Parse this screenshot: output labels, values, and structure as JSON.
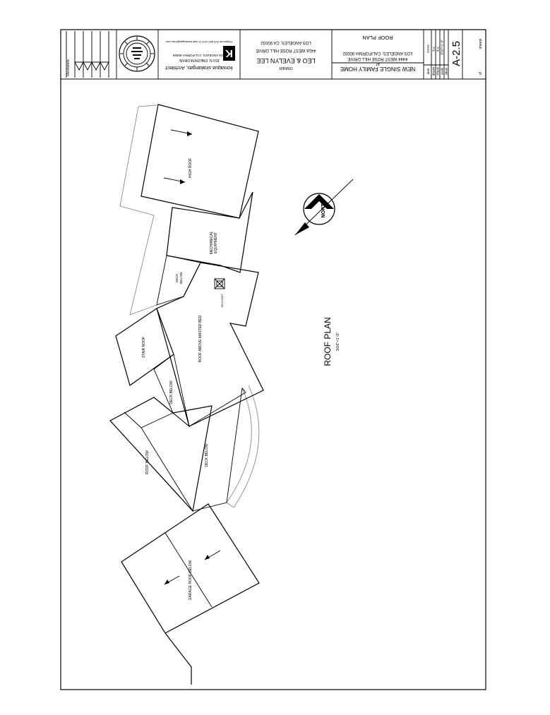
{
  "title_block": {
    "revisions_label": "Revisions",
    "architect": {
      "name": "koniaqua sirakangas, Architect",
      "address": "810 N. ONEONTA DRIVE",
      "city": "LOS ANGELES, CALIFORNIA 90065",
      "contact": "Telephone 323 663 4470  E mail  ksirangas@mac.com",
      "logo_letter": "K"
    },
    "owner": {
      "caption": "OWNER",
      "name": "LEO & EVELYN LEE",
      "address": "4416 WEST ROSE HILL DRIVE",
      "city": "LOS ANGELES, CA 90032"
    },
    "project": {
      "name": "NEW SINGLE FAMILY HOME",
      "at": "AT",
      "address": "4444 WEST ROSE HILL DRIVE",
      "city": "LOS ANGELES, CALIFORNIA 90032",
      "sheet_title": "ROOF PLAN"
    },
    "info": {
      "date_label": "date",
      "date_value": "XXXX",
      "drawn_label": "drawn",
      "drawn_value": "k.s.",
      "check_label": "check",
      "check_value": "k.s.",
      "scale_label": "scale",
      "scale_value": "3/16\"=1'-0\"",
      "sheet_label": "sheet",
      "sheet_number": "A-2.5",
      "of_label": "of",
      "sheets_label": "sheets"
    }
  },
  "drawing": {
    "title": "ROOF PLAN",
    "scale": "3/16\"=1'-0\"",
    "north_label": "NORTH",
    "labels": {
      "high_roof": "HIGH ROOF",
      "mechanical": "MECHANICAL",
      "equipment": "EQUIPMENT",
      "deck_below_a": "DECK",
      "deck_below_b": "BELOW",
      "skylight": "SKYLIGHT",
      "roof_master": "ROOF ABOVE MASTER BED",
      "stair_roof": "STAIR ROOF",
      "deck_below_mid": "DECK BELOW",
      "roof_below": "ROOF BELOW",
      "deck_below_large": "DECK BELOW",
      "garage_roof": "GARAGE ROOF BELOW"
    }
  }
}
